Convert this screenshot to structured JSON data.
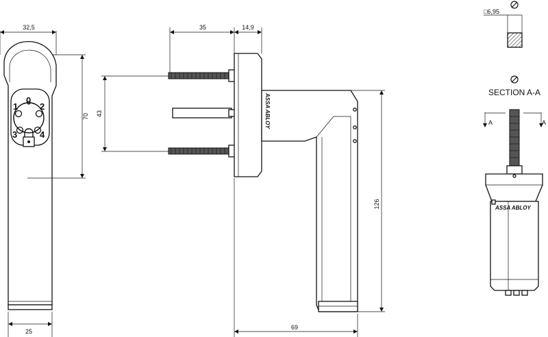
{
  "dimensions": {
    "front_width": "32,5",
    "front_height": "70",
    "base_width": "25",
    "spindle_length": "35",
    "rose_depth": "14,9",
    "screw_spacing": "43",
    "handle_height": "126",
    "handle_length": "69",
    "square_size": "□6,95"
  },
  "positions": [
    "1",
    "0",
    "2",
    "3",
    "4"
  ],
  "brand": "ASSA ABLOY",
  "section": {
    "title": "SECTION A-A",
    "marker_left": "A",
    "marker_right": "A"
  }
}
